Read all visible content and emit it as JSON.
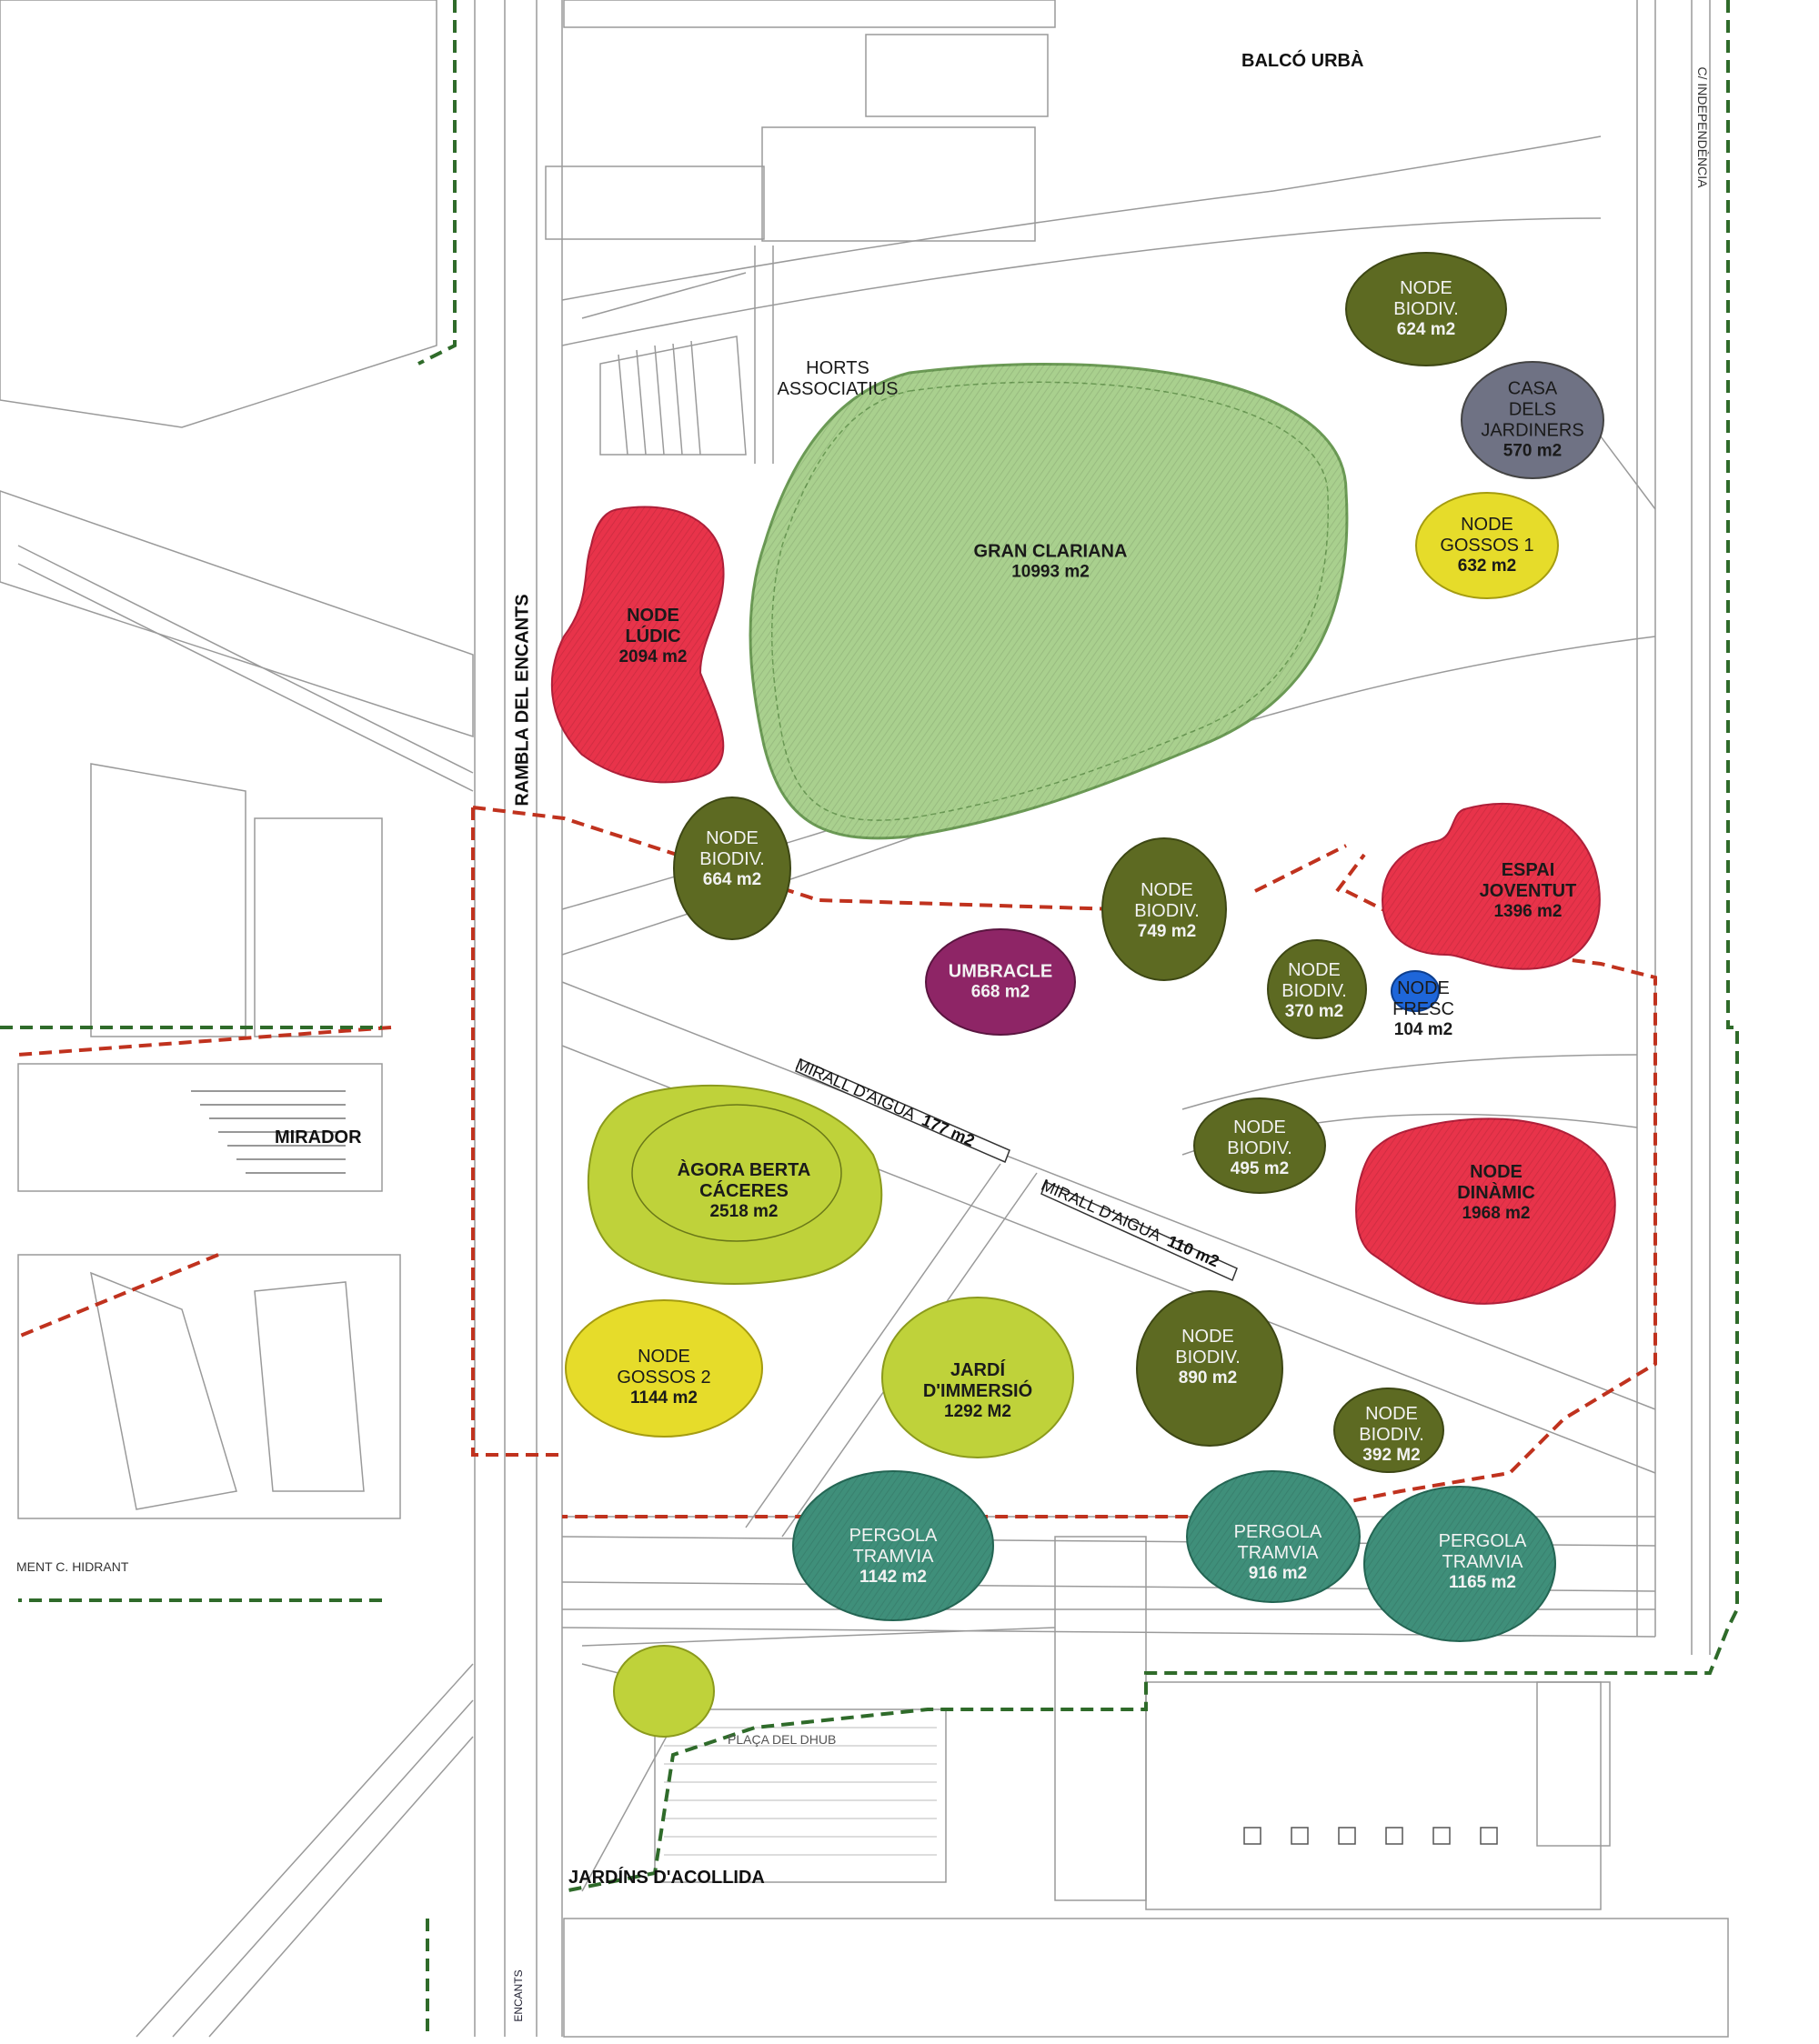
{
  "colors": {
    "accent_red": "#e8334a",
    "biodiv": "#5d6a22",
    "clariana": "#a9d08e",
    "lime": "#bfd23a",
    "yellow": "#e6dc2a",
    "teal": "#3f8f7a",
    "purple": "#8e2566",
    "grey": "#6f7284",
    "blue": "#1e66d9",
    "boundary_red": "#c0321e",
    "boundary_green": "#2f6b2a"
  },
  "streets": {
    "balco": "BALCÓ URBÀ",
    "rambla": "RAMBLA DEL ENCANTS",
    "independencia": "C/ INDEPENDÈNCIA",
    "mirador": "MIRADOR",
    "jardins": "JARDÍNS D'ACOLLIDA",
    "encants_bottom": "ENCANTS",
    "hidrant": "MENT C. HIDRANT",
    "placa_dhub": "PLAÇA DEL DHUB"
  },
  "labels": {
    "horts": [
      "HORTS",
      "ASSOCIATIUS"
    ],
    "mirall1": "MIRALL D'AIGUA",
    "mirall1_area": "177 m2",
    "mirall2": "MIRALL D'AIGUA",
    "mirall2_area": "110 m2"
  },
  "zones": [
    {
      "id": "biodiv-ne",
      "name": [
        "NODE",
        "BIODIV."
      ],
      "area": "624 m2",
      "type": "biodiv"
    },
    {
      "id": "casa",
      "name": [
        "CASA",
        "DELS",
        "JARDINERS"
      ],
      "area": "570 m2",
      "type": "grey"
    },
    {
      "id": "gossos1",
      "name": [
        "NODE",
        "GOSSOS 1"
      ],
      "area": "632 m2",
      "type": "yellow"
    },
    {
      "id": "clariana",
      "name": [
        "GRAN CLARIANA"
      ],
      "area": "10993 m2",
      "type": "clariana"
    },
    {
      "id": "ludic",
      "name": [
        "NODE",
        "LÚDIC"
      ],
      "area": "2094 m2",
      "type": "red"
    },
    {
      "id": "biodiv-664",
      "name": [
        "NODE",
        "BIODIV."
      ],
      "area": "664 m2",
      "type": "biodiv"
    },
    {
      "id": "umbracle",
      "name": [
        "UMBRACLE"
      ],
      "area": "668 m2",
      "type": "purple"
    },
    {
      "id": "biodiv-749",
      "name": [
        "NODE",
        "BIODIV."
      ],
      "area": "749 m2",
      "type": "biodiv"
    },
    {
      "id": "biodiv-370",
      "name": [
        "NODE",
        "BIODIV."
      ],
      "area": "370 m2",
      "type": "biodiv"
    },
    {
      "id": "fresc",
      "name": [
        "NODE",
        "FRESC"
      ],
      "area": "104 m2",
      "type": "blue"
    },
    {
      "id": "joventut",
      "name": [
        "ESPAI",
        "JOVENTUT"
      ],
      "area": "1396 m2",
      "type": "red"
    },
    {
      "id": "agora",
      "name": [
        "ÀGORA BERTA",
        "CÁCERES"
      ],
      "area": "2518 m2",
      "type": "lime"
    },
    {
      "id": "biodiv-495",
      "name": [
        "NODE",
        "BIODIV."
      ],
      "area": "495 m2",
      "type": "biodiv"
    },
    {
      "id": "dinamic",
      "name": [
        "NODE",
        "DINÀMIC"
      ],
      "area": "1968 m2",
      "type": "red"
    },
    {
      "id": "gossos2",
      "name": [
        "NODE",
        "GOSSOS 2"
      ],
      "area": "1144 m2",
      "type": "yellow"
    },
    {
      "id": "immersio",
      "name": [
        "JARDÍ",
        "D'IMMERSIÓ"
      ],
      "area": "1292 M2",
      "type": "lime"
    },
    {
      "id": "biodiv-890",
      "name": [
        "NODE",
        "BIODIV."
      ],
      "area": "890 m2",
      "type": "biodiv"
    },
    {
      "id": "biodiv-392",
      "name": [
        "NODE",
        "BIODIV."
      ],
      "area": "392 M2",
      "type": "biodiv"
    },
    {
      "id": "pergola1",
      "name": [
        "PERGOLA",
        "TRAMVIA"
      ],
      "area": "1142 m2",
      "type": "teal"
    },
    {
      "id": "pergola2",
      "name": [
        "PERGOLA",
        "TRAMVIA"
      ],
      "area": "916 m2",
      "type": "teal"
    },
    {
      "id": "pergola3",
      "name": [
        "PERGOLA",
        "TRAMVIA"
      ],
      "area": "1165 m2",
      "type": "teal"
    }
  ]
}
